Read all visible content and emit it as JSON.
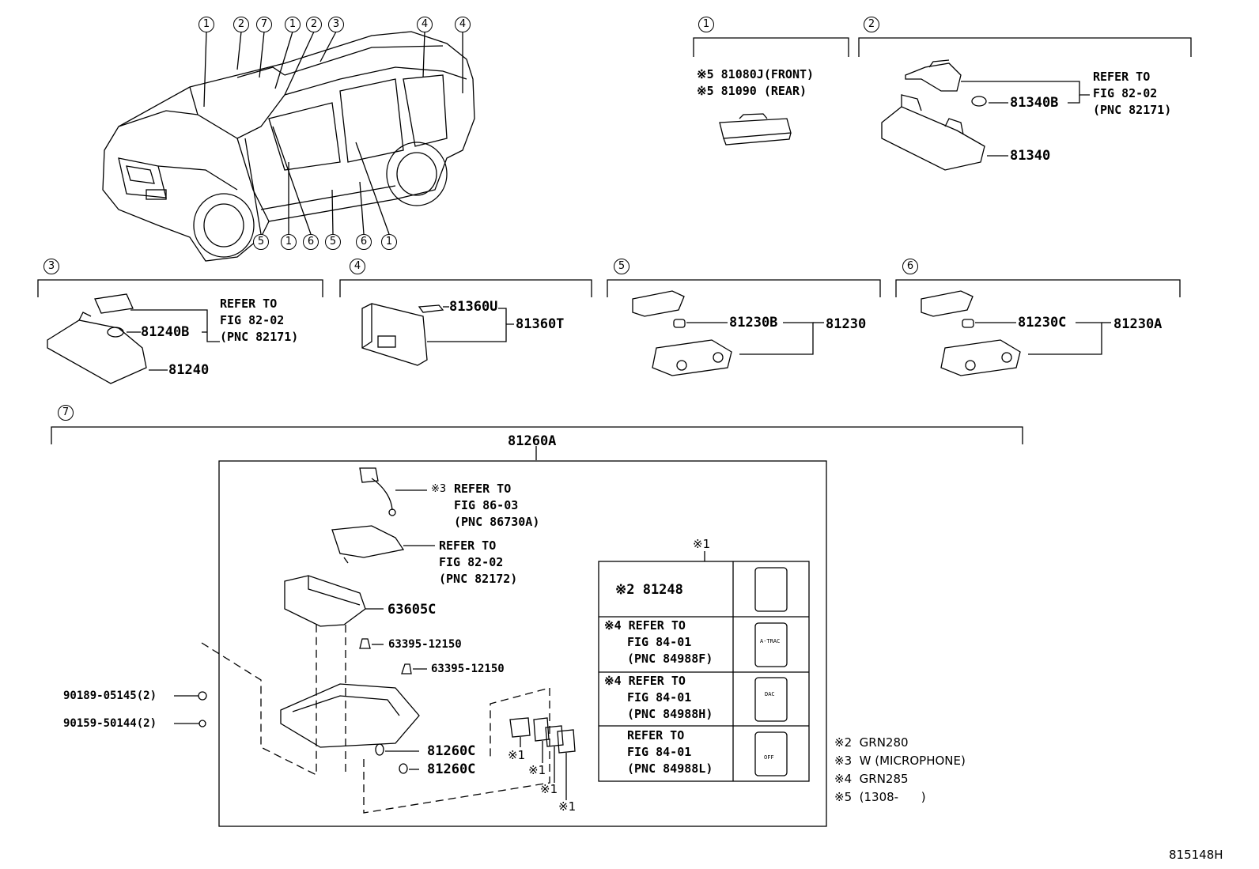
{
  "vehicle_callouts_top": [
    "1",
    "2",
    "7",
    "1",
    "2",
    "3",
    "4",
    "4"
  ],
  "vehicle_callouts_bottom": [
    "5",
    "1",
    "6",
    "5",
    "6",
    "1"
  ],
  "section_markers": {
    "s1": "1",
    "s2": "2",
    "s3": "3",
    "s4": "4",
    "s5": "5",
    "s6": "6",
    "s7": "7"
  },
  "sec1": {
    "line1": "※5 81080J(FRONT)",
    "line2": "※5 81090 (REAR)"
  },
  "sec2": {
    "refer1": "REFER TO",
    "refer2": "FIG 82-02",
    "refer3": "(PNC 82171)",
    "bulb": "81340B",
    "lamp": "81340"
  },
  "sec3": {
    "refer1": "REFER TO",
    "refer2": "FIG 82-02",
    "refer3": "(PNC 82171)",
    "bulb": "81240B",
    "lamp": "81240"
  },
  "sec4": {
    "bulb": "81360U",
    "lamp": "81360T"
  },
  "sec5": {
    "bulb": "81230B",
    "lamp": "81230"
  },
  "sec6": {
    "bulb": "81230C",
    "lamp": "81230A"
  },
  "sec7": {
    "assembly": "81260A",
    "mic_mark": "※3",
    "mic_refer1": "REFER TO",
    "mic_refer2": "FIG 86-03",
    "mic_refer3": "(PNC 86730A)",
    "wire_refer1": "REFER TO",
    "wire_refer2": "FIG 82-02",
    "wire_refer3": "(PNC 82172)",
    "housing": "63605C",
    "clip1": "63395-12150",
    "clip2": "63395-12150",
    "screw1": "90189-05145(2)",
    "screw2": "90159-50144(2)",
    "bulb1": "81260C",
    "bulb2": "81260C",
    "sw_note1": "※1",
    "sw_note2": "※1",
    "sw_note3": "※1",
    "sw_note4": "※1"
  },
  "switch_table": {
    "header": "※1",
    "rows": [
      {
        "line1": "※2 81248",
        "line2": "",
        "line3": "",
        "icon": "blank-switch-icon"
      },
      {
        "line1": "※4 REFER TO",
        "line2": "FIG 84-01",
        "line3": "(PNC 84988F)",
        "icon": "a-trac-switch-icon",
        "icon_text": "A-TRAC"
      },
      {
        "line1": "※4 REFER TO",
        "line2": "FIG 84-01",
        "line3": "(PNC 84988H)",
        "icon": "dac-switch-icon",
        "icon_text": "DAC"
      },
      {
        "line1": "REFER TO",
        "line2": "FIG 84-01",
        "line3": "(PNC 84988L)",
        "icon": "trc-off-switch-icon",
        "icon_text": "OFF"
      }
    ]
  },
  "notes": [
    "※2  GRN280",
    "※3  W (MICROPHONE)",
    "※4  GRN285",
    "※5  (1308-      )"
  ],
  "figure_id": "815148H"
}
